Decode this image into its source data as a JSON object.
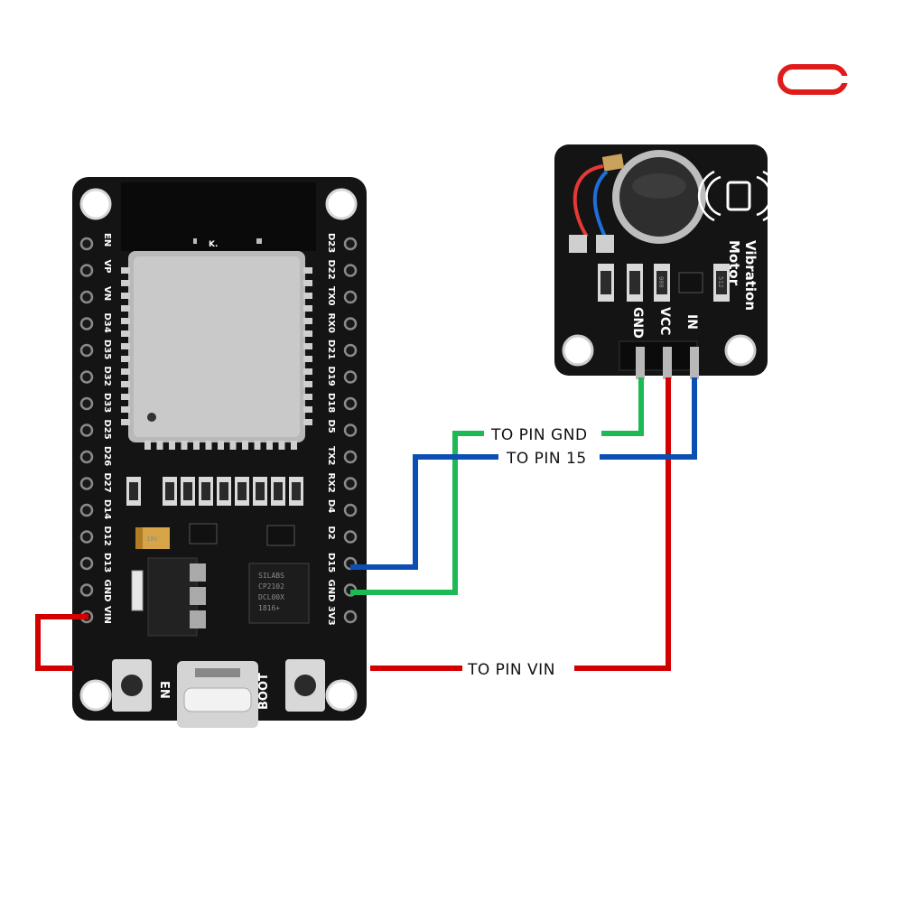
{
  "esp32": {
    "pins_right": [
      "D23",
      "D22",
      "TX0",
      "RX0",
      "D21",
      "D19",
      "D18",
      "D5",
      "TX2",
      "RX2",
      "D4",
      "D2",
      "D15",
      "GND",
      "3V3"
    ],
    "pins_left": [
      "EN",
      "VP",
      "VN",
      "D34",
      "D35",
      "D32",
      "D33",
      "D25",
      "D26",
      "D27",
      "D14",
      "D12",
      "D13",
      "GND",
      "VIN"
    ],
    "buttons": {
      "en": "EN",
      "boot": "BOOT"
    },
    "shield_mark": "K.",
    "usb_chip": [
      "SILABS",
      "CP2102",
      "DCL00X",
      "1816+"
    ],
    "cap_label": "10V"
  },
  "motor": {
    "title_line1": "Vibration",
    "title_line2": "Motor",
    "pins": [
      "GND",
      "VCC",
      "IN"
    ],
    "resistor_1": "000",
    "resistor_2": "512"
  },
  "wires": {
    "gnd_label": "TO PIN GND",
    "pin15_label": "TO PIN 15",
    "vin_label": "TO PIN VIN"
  },
  "colors": {
    "gnd": "#1db954",
    "signal": "#0b4fb3",
    "vin": "#d40000",
    "board": "#141414",
    "logo": "#e01b1b"
  }
}
